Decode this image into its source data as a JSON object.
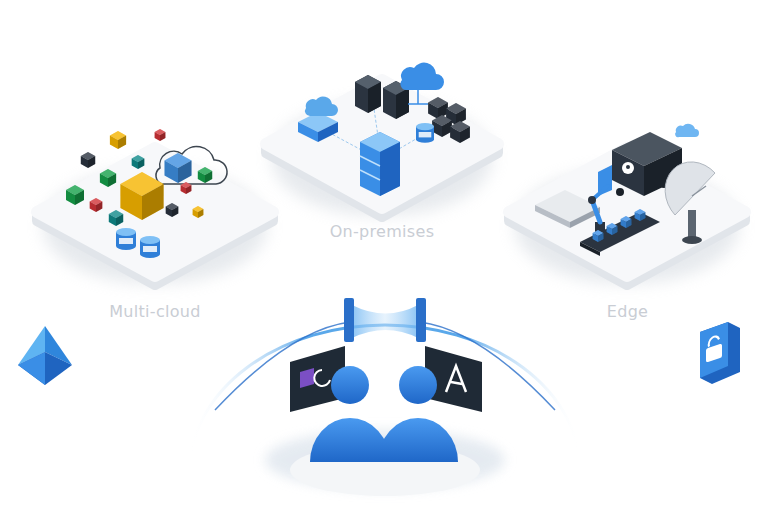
{
  "diagram": {
    "nodes": [
      {
        "text": [
          "Multi-cloud"
        ]
      },
      {
        "text": [
          "On-premises"
        ]
      },
      {
        "text": [
          "Edge"
        ]
      }
    ]
  }
}
